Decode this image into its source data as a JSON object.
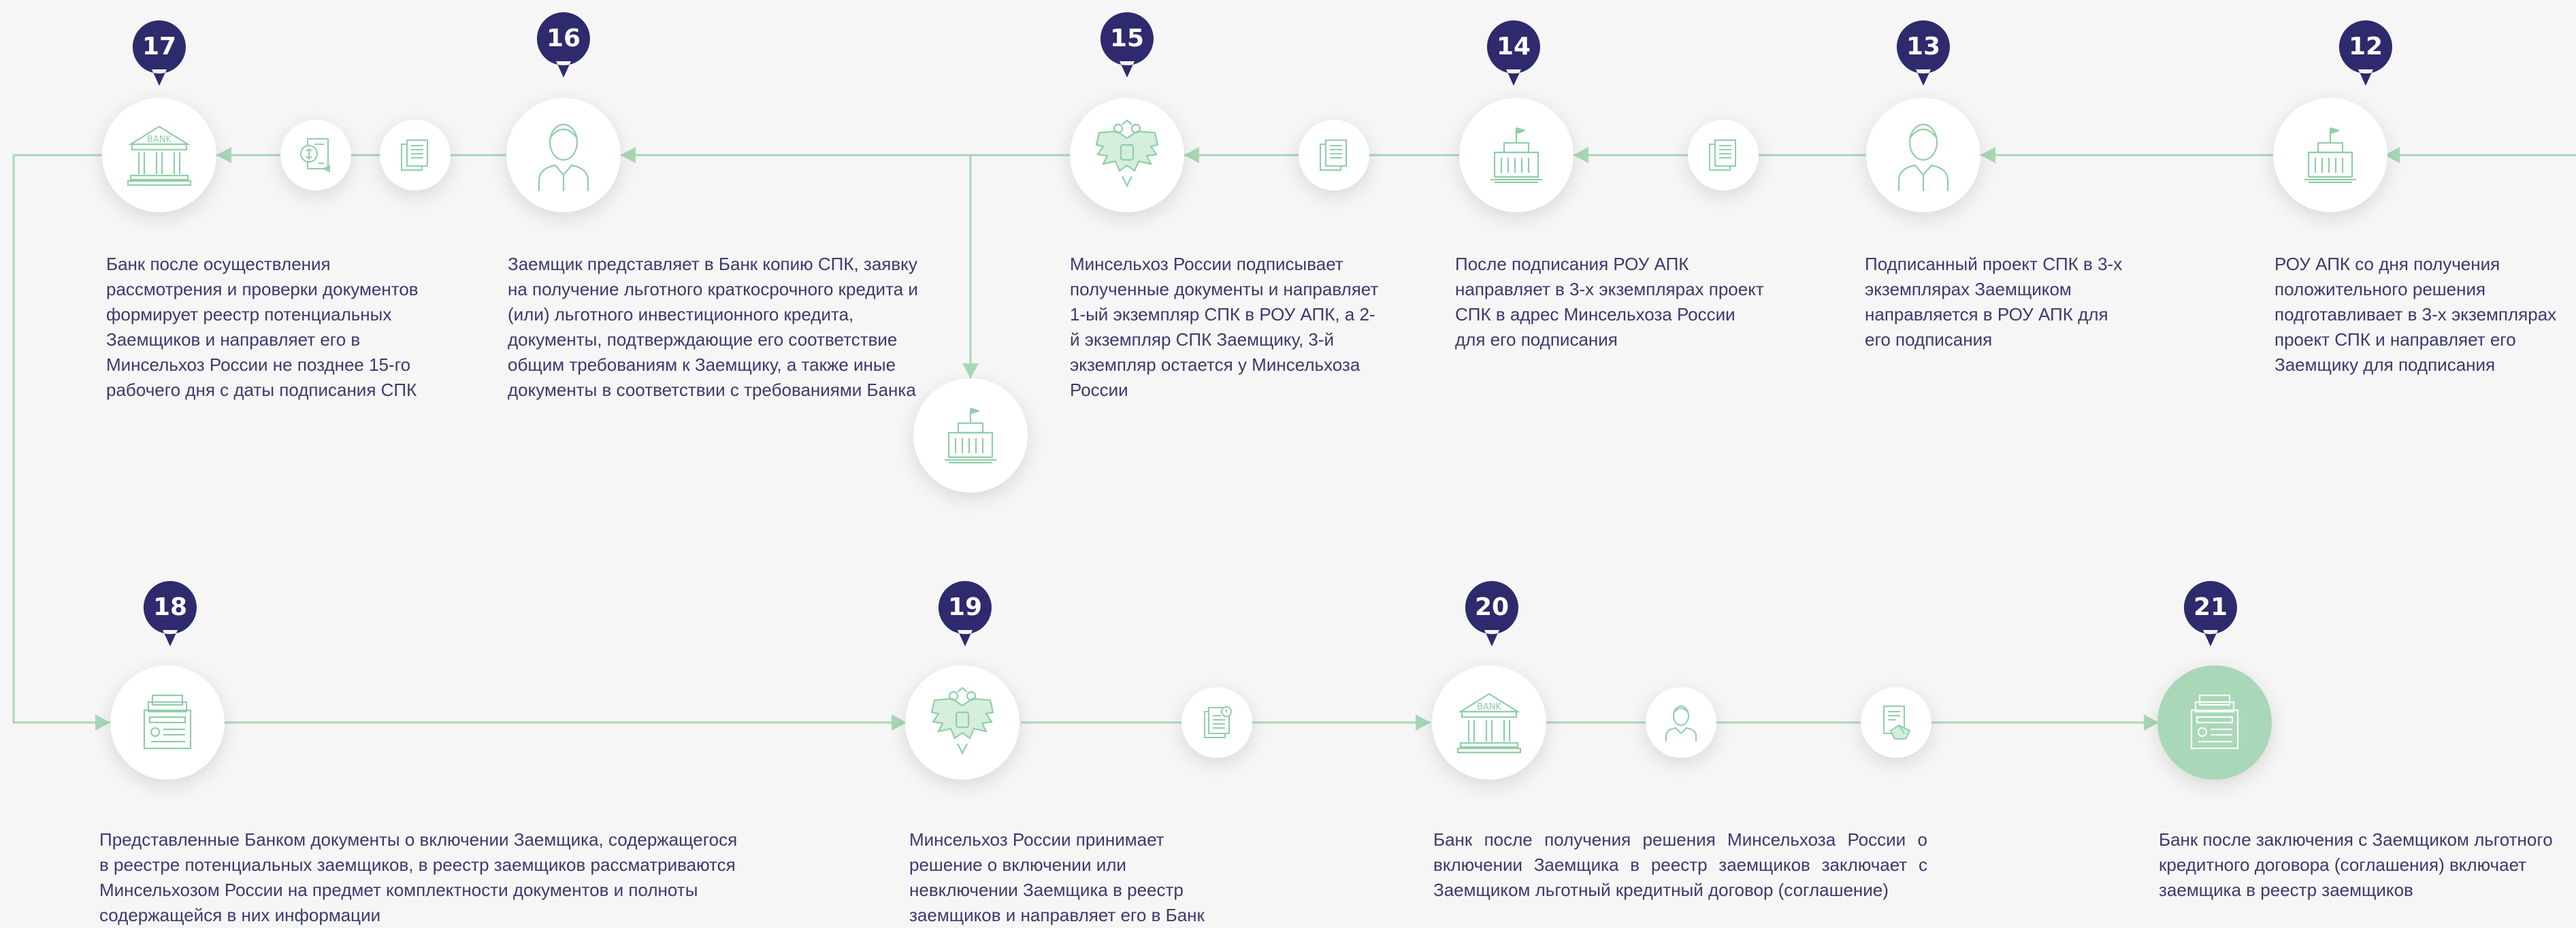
{
  "colors": {
    "line": "#a8d8b7",
    "icon_stroke": "#8fcfa6",
    "marker": "#2d2a6e",
    "text": "#3b3a6e",
    "filled_circle": "#a8d8b7"
  },
  "steps": {
    "s12": {
      "number": "12",
      "text": "РОУ АПК со дня получения положительного решения подготавливает в 3-х экземплярах проект СПК и направляет его Заемщику для подписания"
    },
    "s13": {
      "number": "13",
      "text": "Подписанный проект СПК в 3-х экземплярах Заемщиком направляется в РОУ АПК для его подписания"
    },
    "s14": {
      "number": "14",
      "text": "После подписания РОУ АПК направляет в 3-х экземплярах проект СПК в адрес Минсельхоза России для его подписания"
    },
    "s15": {
      "number": "15",
      "text": "Минсельхоз России подписывает полученные документы и направляет 1-ый экземпляр СПК в РОУ АПК, а 2-й экземпляр СПК Заемщику, 3-й экземпляр остается у Минсельхоза России"
    },
    "s16": {
      "number": "16",
      "text": "Заемщик представляет в Банк копию СПК, заявку на получение льготного краткосрочного кредита и (или) льготного инвестиционного кредита, документы, подтверждающие его соответствие общим требованиям к Заемщику, а также иные документы в соответствии с требованиями Банка"
    },
    "s17": {
      "number": "17",
      "text": "Банк после осуществления рассмотрения и проверки документов формирует реестр потенциальных Заемщиков и направляет его в Минсельхоз России не позднее 15-го рабочего дня с даты подписания СПК"
    },
    "s18": {
      "number": "18",
      "text": "Представленные Банком документы о включении Заемщика, содержащегося в реестре потенциальных заемщиков, в реестр заемщиков рассматриваются Минсельхозом России на предмет комплектности документов и полноты содержащейся в них информации"
    },
    "s19": {
      "number": "19",
      "text": "Минсельхоз России принимает решение о включении или невключении Заемщика в реестр заемщиков и направляет его в Банк"
    },
    "s20": {
      "number": "20",
      "text": "Банк после получения решения Минсельхоза России о включении Заемщика в реестр заемщиков заключает с Заемщиком льготный кредитный договор (соглашение)"
    },
    "s21": {
      "number": "21",
      "text": "Банк после заключения с Заемщиком льготного кредитного договора (соглашения) включает заемщика в реестр заемщиков"
    }
  },
  "bank_sign": "BANK"
}
